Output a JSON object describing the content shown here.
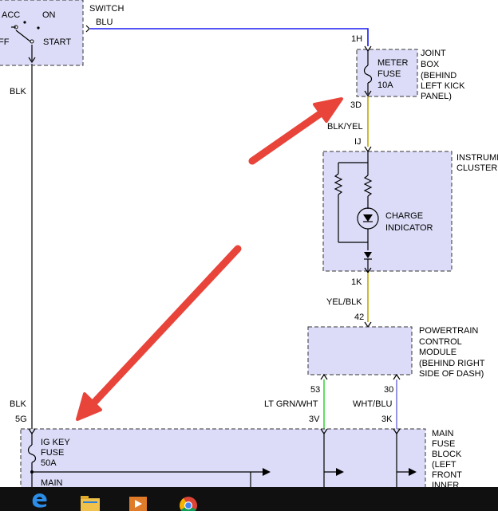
{
  "diagram": {
    "ignition_switch": {
      "label": "SWITCH",
      "positions": [
        "ACC",
        "ON",
        "FF",
        "START"
      ],
      "top_terminal": "BLU",
      "wire": "BLK"
    },
    "joint_box": {
      "label_lines": [
        "JOINT",
        "BOX",
        "(BEHIND",
        "LEFT KICK",
        "PANEL)"
      ],
      "fuse_lines": [
        "METER",
        "FUSE",
        "10A"
      ],
      "pin_in": "1H",
      "pin_out": "3D"
    },
    "wire_blk_yel": {
      "label": "BLK/YEL",
      "pin_top": "IJ"
    },
    "instrument_cluster": {
      "label_lines": [
        "INSTRUMI",
        "CLUSTER"
      ],
      "indicator_lines": [
        "CHARGE",
        "INDICATOR"
      ],
      "pin_out": "1K"
    },
    "wire_yel_blk": {
      "label": "YEL/BLK",
      "pin": "42"
    },
    "pcm": {
      "label_lines": [
        "POWERTRAIN",
        "CONTROL",
        "MODULE",
        "(BEHIND RIGHT",
        "SIDE OF DASH)"
      ],
      "pin_left": "53",
      "pin_right": "30"
    },
    "main_fuse_block": {
      "label_lines": [
        "MAIN",
        "FUSE",
        "BLOCK",
        "(LEFT",
        "FRONT",
        "INNER"
      ],
      "ig_fuse_lines": [
        "IG KEY",
        "FUSE",
        "50A"
      ],
      "bus_label": "MAIN",
      "left_wire": "BLK",
      "left_pin": "5G",
      "mid_wire": "LT GRN/WHT",
      "mid_pin": "3V",
      "right_wire": "WHT/BLU",
      "right_pin": "3K"
    }
  },
  "colors": {
    "box_fill": "#dcdcf8",
    "wire_blu": "#1a1af0",
    "wire_blk": "#555555",
    "wire_yel": "#c9b021",
    "wire_grn": "#54d854",
    "wire_wht_blu": "#8a8ae0",
    "arrow": "#e8443a",
    "taskbar": "#101010"
  },
  "taskbar": {
    "apps": [
      {
        "name": "edge",
        "icon": "edge-icon"
      },
      {
        "name": "file-explorer",
        "icon": "folder-icon"
      },
      {
        "name": "media-player",
        "icon": "media-player-icon"
      },
      {
        "name": "chrome",
        "icon": "chrome-icon"
      }
    ]
  }
}
